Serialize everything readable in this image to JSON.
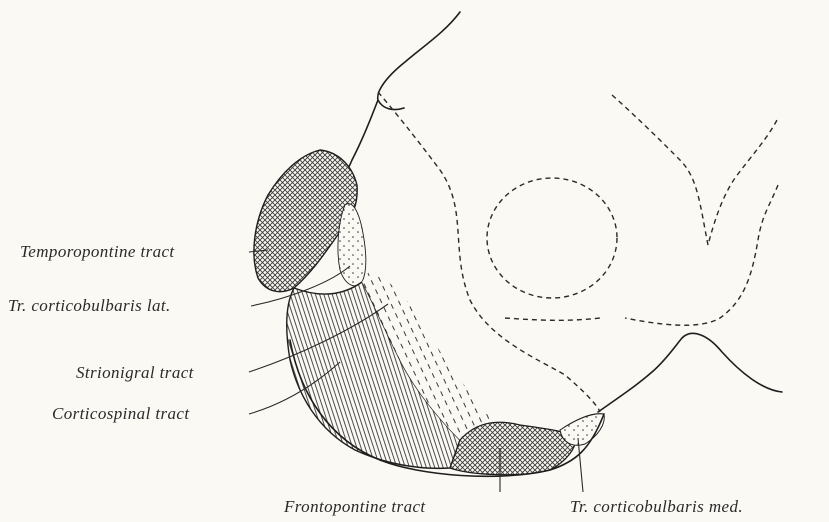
{
  "labels": {
    "temporopontine": "Temporopontine tract",
    "corticobulbaris_lat": "Tr. corticobulbaris lat.",
    "strionigral": "Strionigral tract",
    "corticospinal": "Corticospinal tract",
    "frontopontine": "Frontopontine tract",
    "corticobulbaris_med": "Tr. corticobulbaris med."
  },
  "colors": {
    "background": "#faf9f4",
    "ink": "#1e1e1e"
  }
}
